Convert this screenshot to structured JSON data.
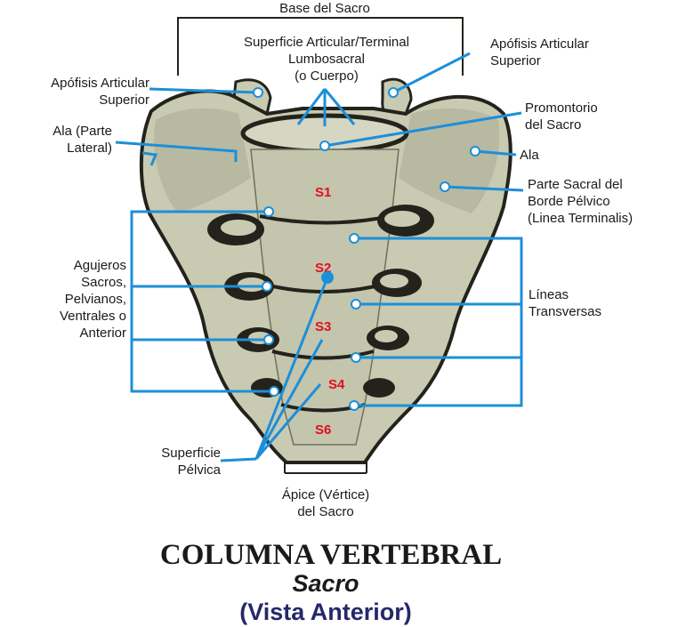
{
  "labels": {
    "base": "Base del Sacro",
    "articular_surface": [
      "Superficie Articular/Terminal",
      "Lumbosacral",
      "(o Cuerpo)"
    ],
    "apofisis_left": [
      "Apófisis Articular",
      "Superior"
    ],
    "apofisis_right": [
      "Apófisis Articular",
      "Superior"
    ],
    "ala_lateral": [
      "Ala (Parte",
      "Lateral)"
    ],
    "promontorio": [
      "Promontorio",
      "del Sacro"
    ],
    "ala": "Ala",
    "borde_pelvico": [
      "Parte Sacral del",
      "Borde Pélvico",
      "(Linea Terminalis)"
    ],
    "agujeros": [
      "Agujeros",
      "Sacros,",
      "Pelvianos,",
      "Ventrales o",
      "Anterior"
    ],
    "lineas": [
      "Líneas",
      "Transversas"
    ],
    "superficie_pelvica": [
      "Superficie",
      "Pélvica"
    ],
    "apice": [
      "Ápice (Vértice)",
      "del Sacro"
    ]
  },
  "segments": [
    "S1",
    "S2",
    "S3",
    "S4",
    "S6"
  ],
  "title": "COLUMNA VERTEBRAL",
  "subtitle": "Sacro",
  "view": "(Vista Anterior)",
  "colors": {
    "bone": "#c9cab2",
    "bone_shadow": "#8f907b",
    "bone_dark": "#23231c",
    "callout": "#1d8fd8",
    "segment_text": "#e01020",
    "view_text": "#26286a"
  }
}
